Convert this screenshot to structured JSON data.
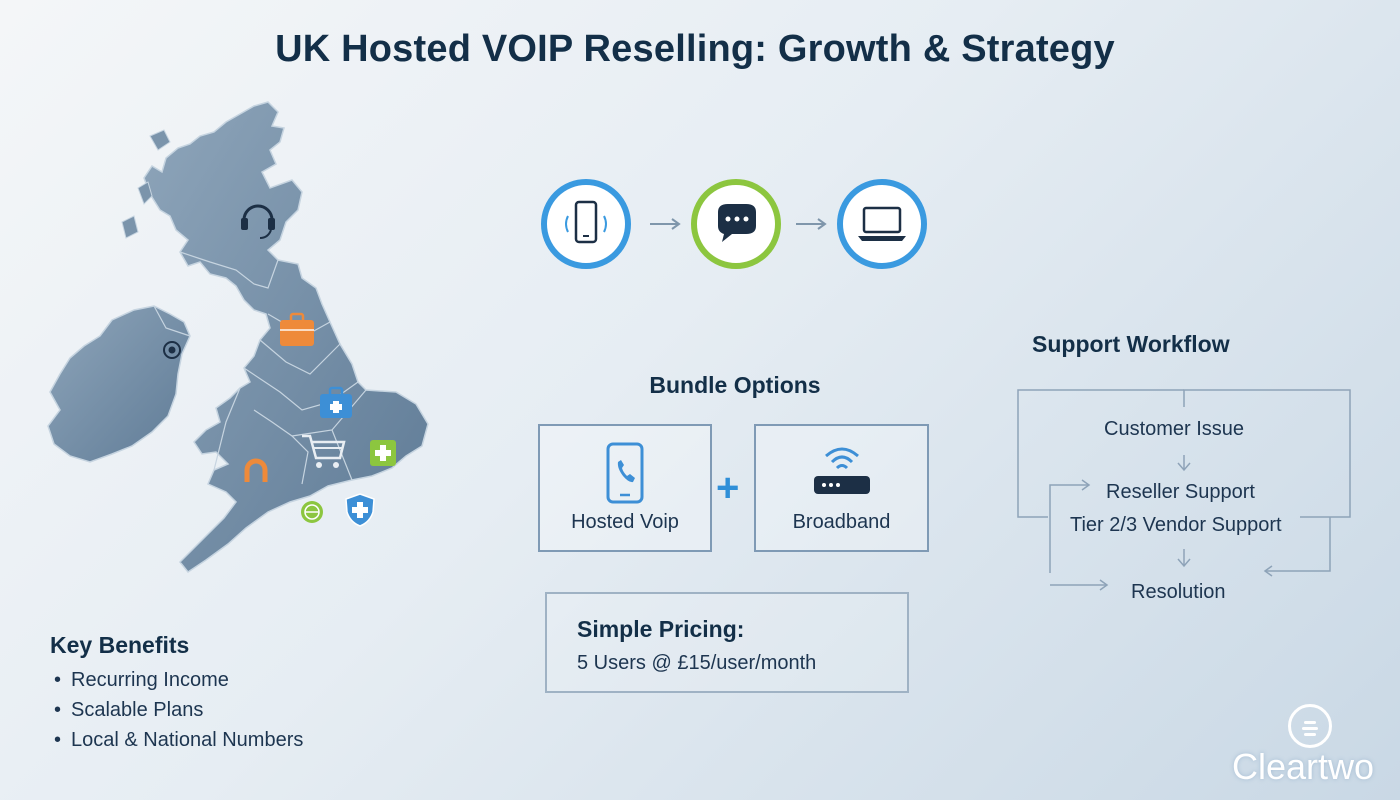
{
  "title": "UK Hosted VOIP Reselling: Growth & Strategy",
  "map": {
    "icons": [
      "headset-icon",
      "briefcase-icon",
      "location-target-icon",
      "medical-bag-icon",
      "shopping-cart-icon",
      "health-cross-icon",
      "horseshoe-icon",
      "globe-icon",
      "shield-cross-icon"
    ],
    "colors": {
      "land": "#6f8aa3",
      "land_light": "#8ea5ba",
      "border": "#c6d4e0",
      "orange": "#ee8a3a",
      "blue": "#3d8fd6",
      "green": "#8cc63f"
    }
  },
  "key_benefits": {
    "title": "Key Benefits",
    "items": [
      "Recurring Income",
      "Scalable Plans",
      "Local & National Numbers"
    ]
  },
  "flow": {
    "icons": [
      "mobile-phone-icon",
      "chat-bubble-icon",
      "laptop-icon"
    ],
    "colors": {
      "blue_ring": "#3a9ae0",
      "green_ring": "#8cc63f"
    }
  },
  "bundle": {
    "title": "Bundle Options",
    "items": [
      {
        "label": "Hosted Voip",
        "icon": "smartphone-call-icon"
      },
      {
        "label": "Broadband",
        "icon": "wifi-router-icon"
      }
    ],
    "plus": "+"
  },
  "pricing": {
    "title": "Simple Pricing:",
    "text": "5 Users @ £15/user/month"
  },
  "support": {
    "title": "Support Workflow",
    "steps": [
      "Customer Issue",
      "Reseller Support",
      "Tier 2/3 Vendor Support",
      "Resolution"
    ]
  },
  "logo": {
    "name_part1": "Clear",
    "name_part2": "two",
    "colors": {
      "part1": "#ffffff",
      "part2": "#ffffff"
    }
  }
}
